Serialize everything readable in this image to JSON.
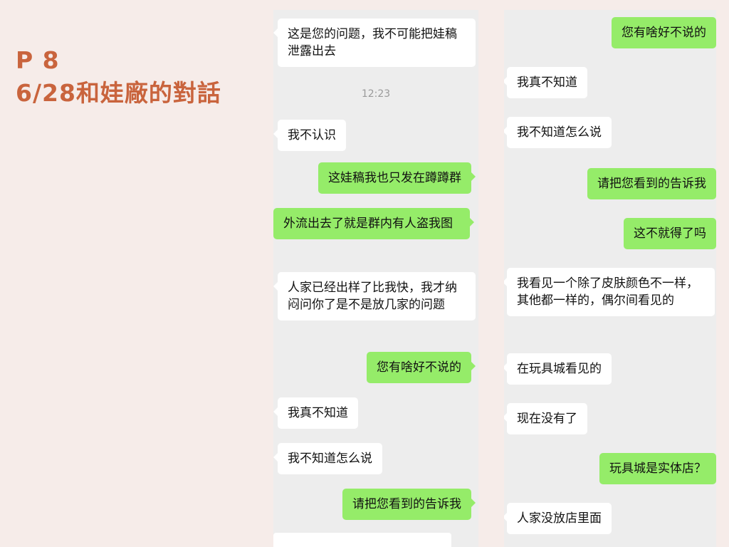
{
  "title": {
    "line1": "P 8",
    "line2": "6/28和娃廠的對話"
  },
  "left_chat": {
    "messages": [
      {
        "from": "them",
        "text": "这是您的问题，我不可能把娃稿泄露出去"
      },
      {
        "from": "them",
        "text": "我不认识"
      },
      {
        "from": "me",
        "text": "这娃稿我也只发在蹲蹲群"
      },
      {
        "from": "me",
        "text": "外流出去了就是群内有人盗我图"
      },
      {
        "from": "them",
        "text": "人家已经出样了比我快，我才纳闷问你了是不是放几家的问题"
      },
      {
        "from": "me",
        "text": "您有啥好不说的"
      },
      {
        "from": "them",
        "text": "我真不知道"
      },
      {
        "from": "them",
        "text": "我不知道怎么说"
      },
      {
        "from": "me",
        "text": "请把您看到的告诉我"
      }
    ],
    "timestamp": "12:23"
  },
  "right_chat": {
    "messages": [
      {
        "from": "me",
        "text": "您有啥好不说的"
      },
      {
        "from": "them",
        "text": "我真不知道"
      },
      {
        "from": "them",
        "text": "我不知道怎么说"
      },
      {
        "from": "me",
        "text": "请把您看到的告诉我"
      },
      {
        "from": "me",
        "text": "这不就得了吗"
      },
      {
        "from": "them",
        "text": "我看见一个除了皮肤颜色不一样，其他都一样的，偶尔间看见的"
      },
      {
        "from": "them",
        "text": "在玩具城看见的"
      },
      {
        "from": "them",
        "text": "现在没有了"
      },
      {
        "from": "me",
        "text": "玩具城是实体店？"
      },
      {
        "from": "them",
        "text": "人家没放店里面"
      }
    ]
  },
  "colors": {
    "title": "#c9643d",
    "background": "#f6ece9",
    "chat_background": "#ededed",
    "outgoing_bubble": "#95ec69",
    "incoming_bubble": "#ffffff"
  }
}
